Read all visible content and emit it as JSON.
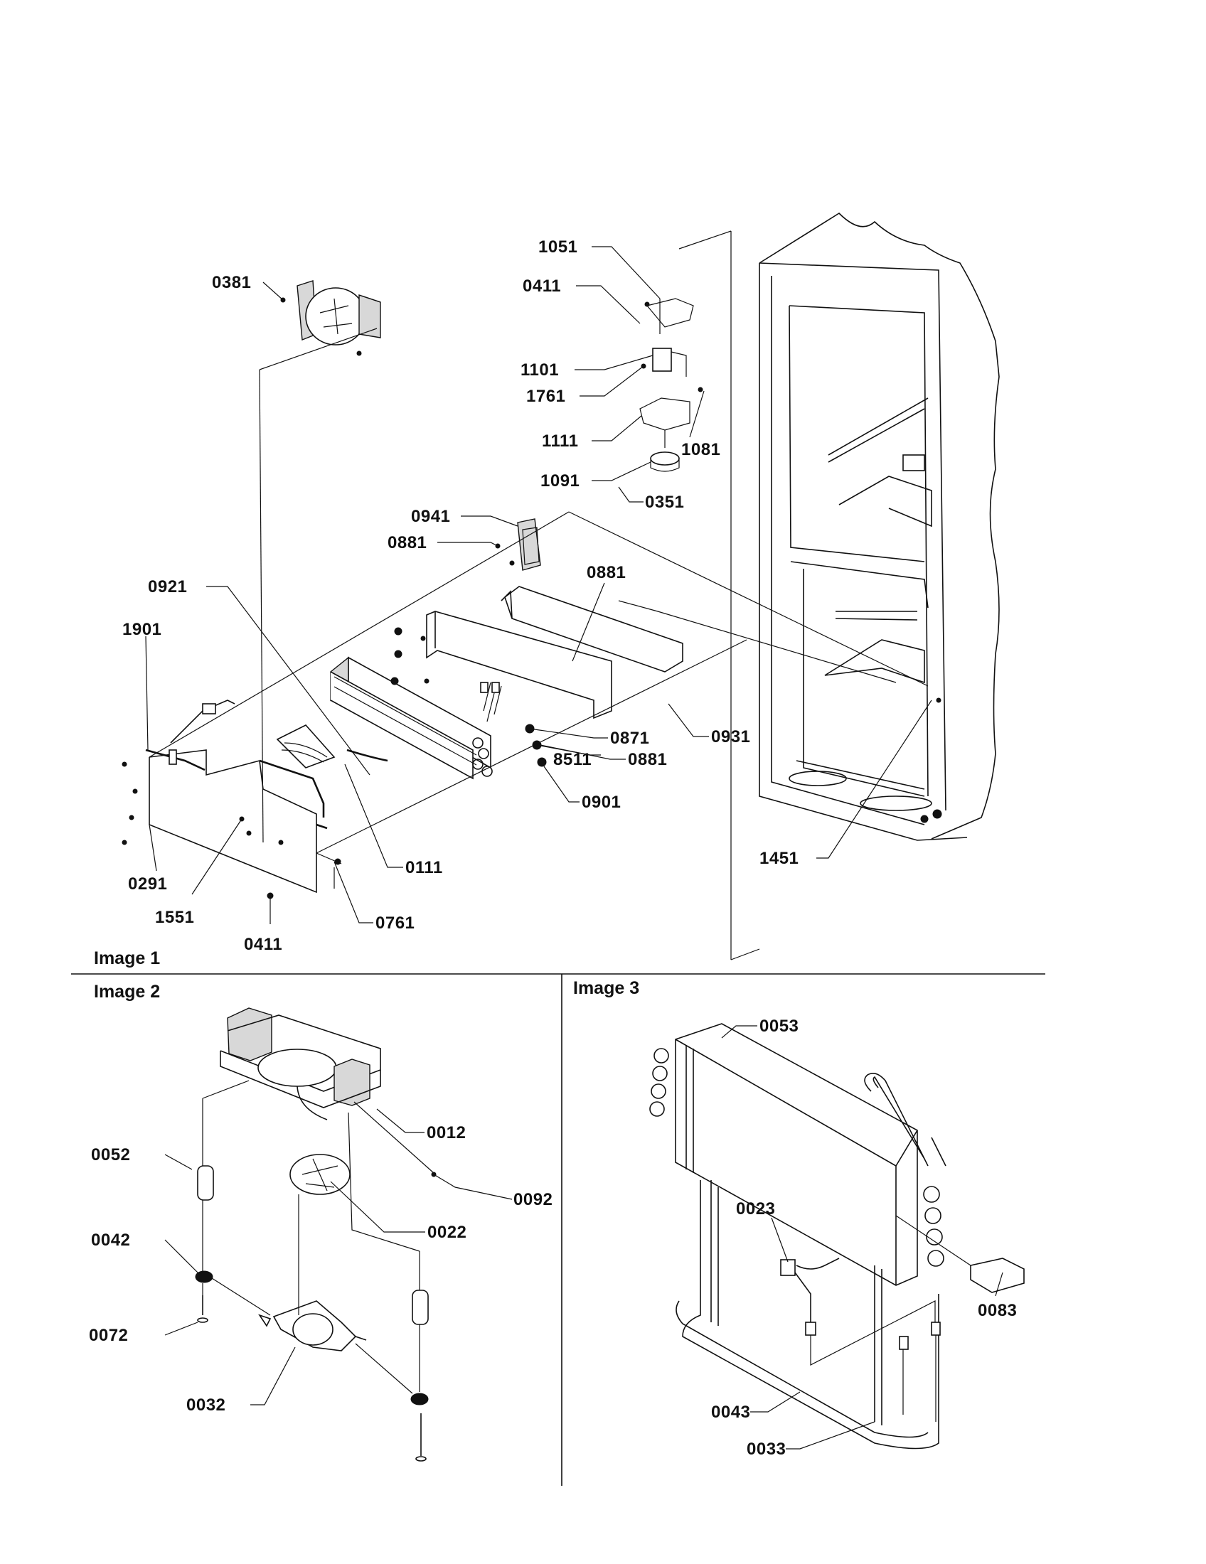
{
  "sections": [
    {
      "id": "image1",
      "label": "Image 1"
    },
    {
      "id": "image2",
      "label": "Image 2"
    },
    {
      "id": "image3",
      "label": "Image 3"
    }
  ],
  "callouts": {
    "image1": [
      "1051",
      "0411",
      "0381",
      "1101",
      "1761",
      "1111",
      "1081",
      "1091",
      "0351",
      "0941",
      "0881",
      "0921",
      "0881",
      "1901",
      "0871",
      "0931",
      "0881",
      "8511",
      "0901",
      "0111",
      "1451",
      "0291",
      "1551",
      "0761",
      "0411"
    ],
    "image2": [
      "0012",
      "0052",
      "0092",
      "0022",
      "0042",
      "0072",
      "0032"
    ],
    "image3": [
      "0053",
      "0023",
      "0083",
      "0043",
      "0033"
    ]
  }
}
